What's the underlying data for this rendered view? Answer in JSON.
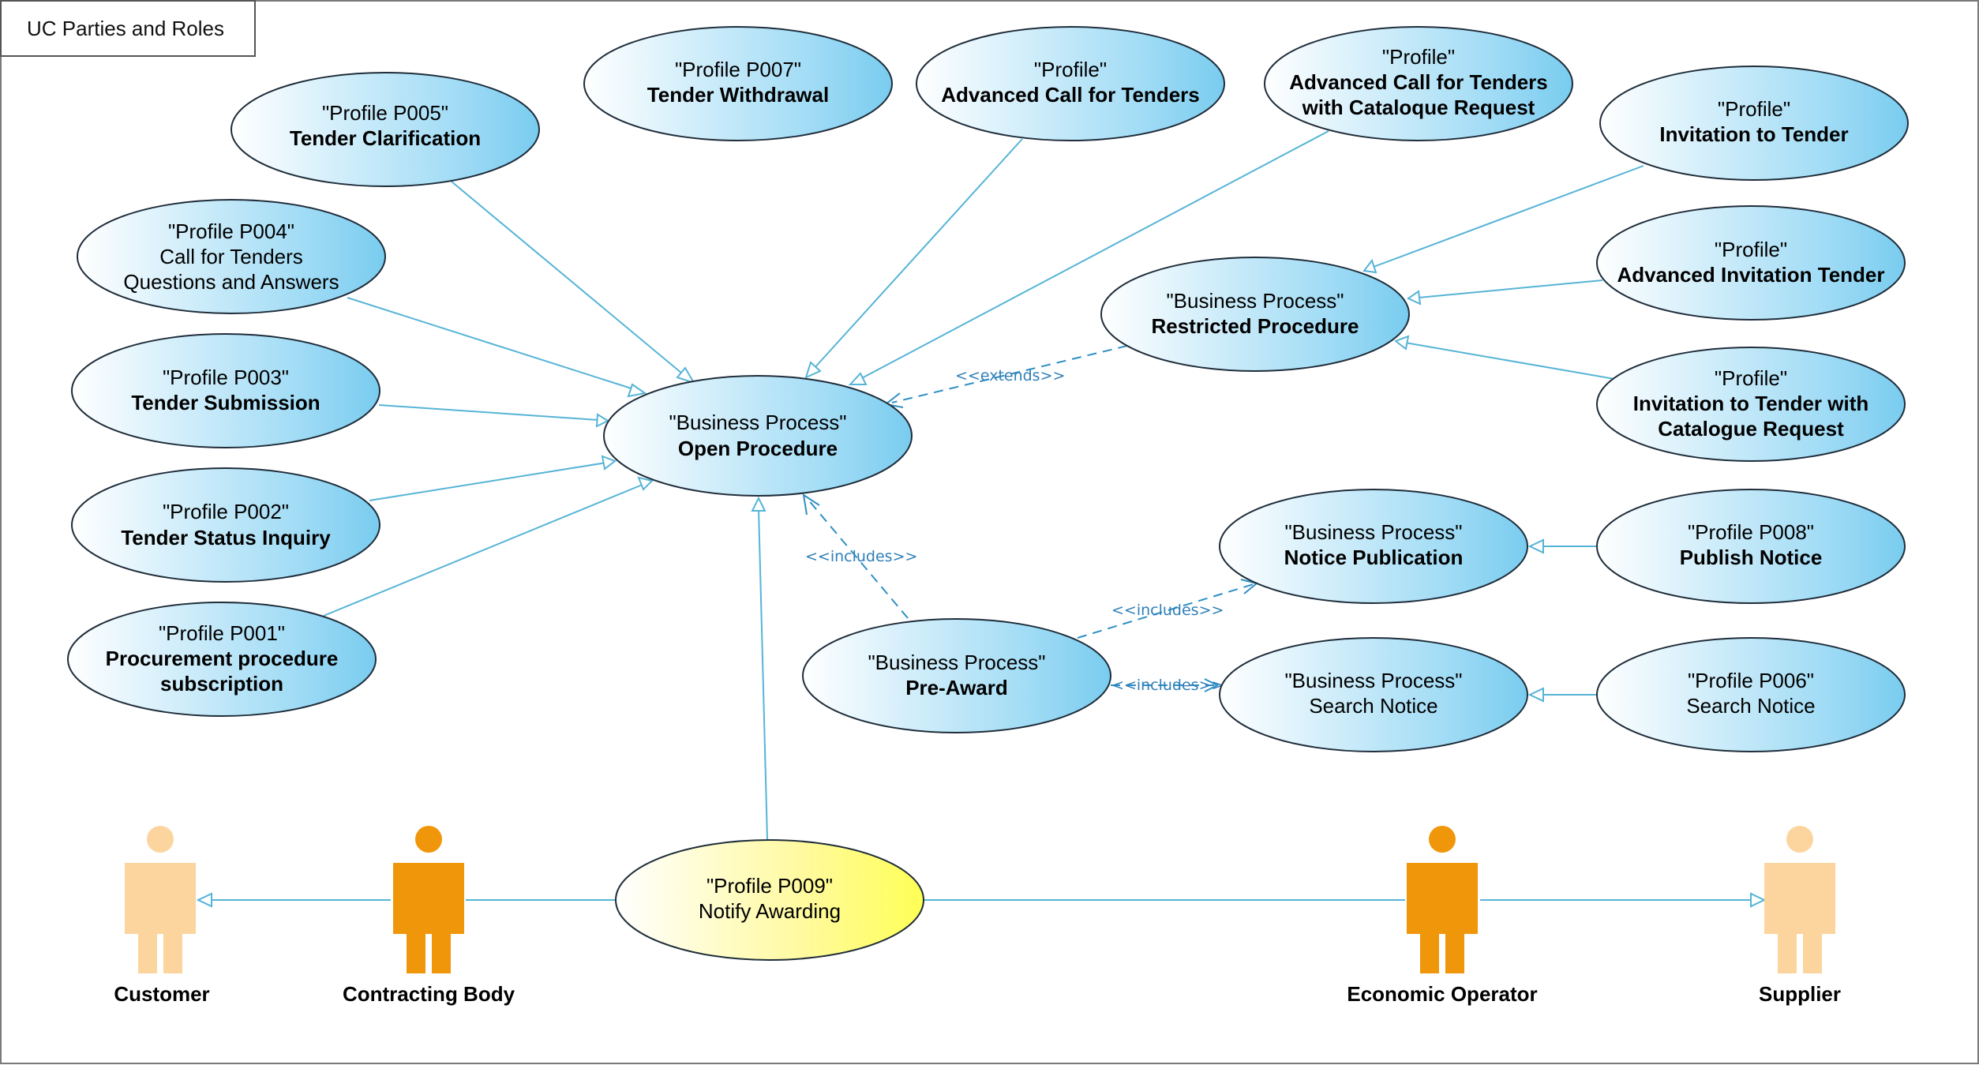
{
  "diagram": {
    "title": "UC Parties and Roles",
    "colors": {
      "usecase_fill_start": "#ffffff",
      "usecase_fill_end": "#7dcef0",
      "highlight_fill_end": "#ffff5a",
      "connector": "#56b4d6",
      "dependency": "#2f8fc4",
      "actor_primary": "#f0960a",
      "actor_secondary": "#fcd59e"
    },
    "usecases": {
      "p007": {
        "line1": "\"Profile P007\"",
        "line2": "Tender Withdrawal"
      },
      "p005": {
        "line1": "\"Profile P005\"",
        "line2": "Tender Clarification"
      },
      "p004": {
        "line1": "\"Profile P004\"",
        "line2": "Call for Tenders",
        "line3": "Questions and Answers"
      },
      "p003": {
        "line1": "\"Profile P003\"",
        "line2": "Tender Submission"
      },
      "p002": {
        "line1": "\"Profile P002\"",
        "line2": "Tender Status Inquiry"
      },
      "p001": {
        "line1": "\"Profile P001\"",
        "line2": "Procurement procedure",
        "line3": "subscription"
      },
      "adv_call": {
        "line1": "\"Profile\"",
        "line2": "Advanced Call for Tenders"
      },
      "adv_call_cat": {
        "line1": "\"Profile\"",
        "line2": "Advanced Call for Tenders",
        "line3": "with Cataloque Request"
      },
      "invitation": {
        "line1": "\"Profile\"",
        "line2": "Invitation to Tender"
      },
      "adv_invitation": {
        "line1": "\"Profile\"",
        "line2": "Advanced Invitation Tender"
      },
      "invitation_cat": {
        "line1": "\"Profile\"",
        "line2": "Invitation to Tender with",
        "line3": "Catalogue Request"
      },
      "restricted": {
        "line1": "\"Business Process\"",
        "line2": "Restricted Procedure"
      },
      "open": {
        "line1": "\"Business Process\"",
        "line2": "Open Procedure"
      },
      "preaward": {
        "line1": "\"Business Process\"",
        "line2": "Pre-Award"
      },
      "notice_pub": {
        "line1": "\"Business Process\"",
        "line2": "Notice Publication"
      },
      "search_notice_bp": {
        "line1": "\"Business Process\"",
        "line2": "Search Notice"
      },
      "p008": {
        "line1": "\"Profile P008\"",
        "line2": "Publish Notice"
      },
      "p006": {
        "line1": "\"Profile P006\"",
        "line2": "Search Notice"
      },
      "p009": {
        "line1": "\"Profile P009\"",
        "line2": "Notify Awarding"
      }
    },
    "stereotypes": {
      "extends": "<<extends>>",
      "includes_open": "<<includes>>",
      "includes_notice": "<<includes>>",
      "includes_search": "<<includes>>"
    },
    "actors": {
      "customer": "Customer",
      "contracting_body": "Contracting Body",
      "economic_operator": "Economic Operator",
      "supplier": "Supplier"
    }
  }
}
